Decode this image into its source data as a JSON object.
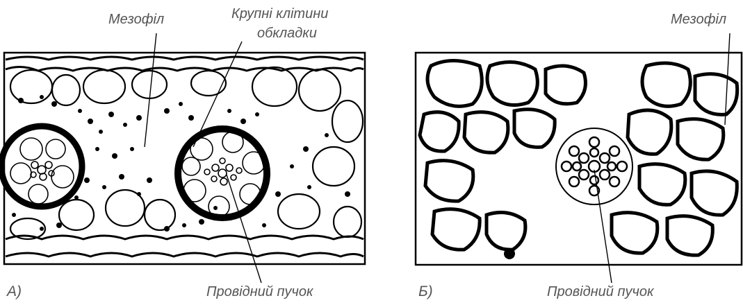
{
  "panels": [
    {
      "id": "A",
      "letter": "A)",
      "labels": {
        "mesophyll": "Мезофіл",
        "sheath_line1": "Крупні клітини",
        "sheath_line2": "обкладки",
        "bundle": "Провідний пучок"
      }
    },
    {
      "id": "B",
      "letter": "Б)",
      "labels": {
        "mesophyll": "Мезофіл",
        "bundle": "Провідний пучок"
      }
    }
  ],
  "colors": {
    "ink": "#000000",
    "label_text": "#555555",
    "background": "#ffffff"
  }
}
